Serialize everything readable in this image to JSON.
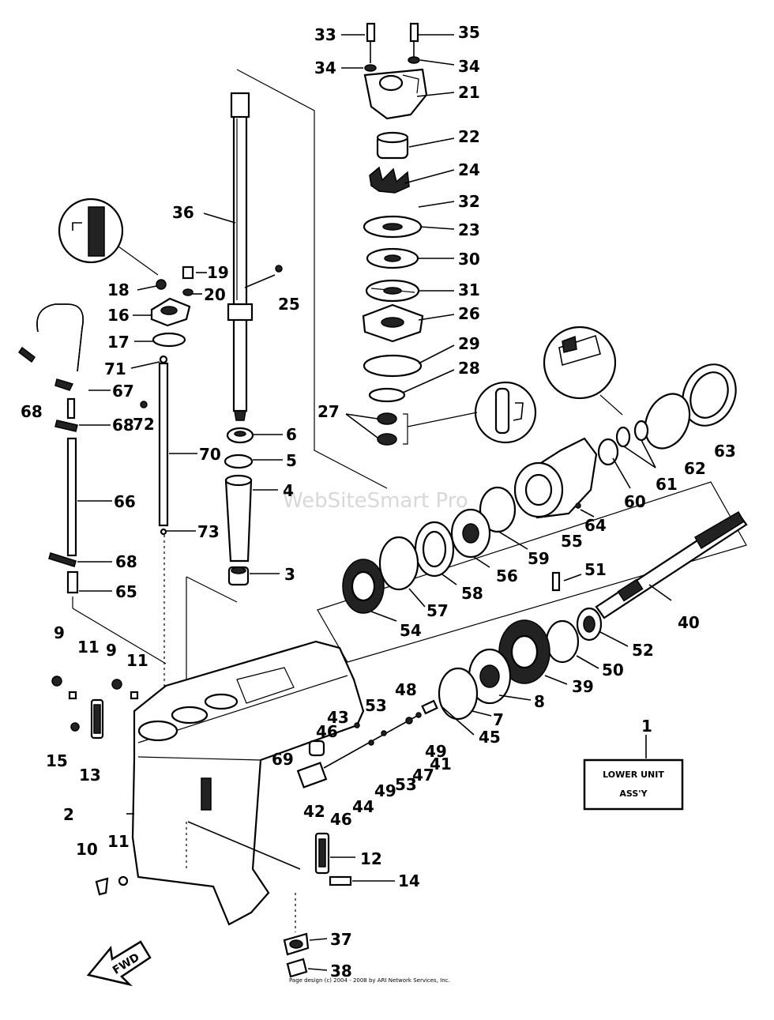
{
  "callouts": [
    {
      "id": "c33",
      "label": "33"
    },
    {
      "id": "c35",
      "label": "35"
    },
    {
      "id": "c34a",
      "label": "34"
    },
    {
      "id": "c34b",
      "label": "34"
    },
    {
      "id": "c21",
      "label": "21"
    },
    {
      "id": "c22",
      "label": "22"
    },
    {
      "id": "c24",
      "label": "24"
    },
    {
      "id": "c32",
      "label": "32"
    },
    {
      "id": "c23",
      "label": "23"
    },
    {
      "id": "c30",
      "label": "30"
    },
    {
      "id": "c31",
      "label": "31"
    },
    {
      "id": "c26",
      "label": "26"
    },
    {
      "id": "c29",
      "label": "29"
    },
    {
      "id": "c28",
      "label": "28"
    },
    {
      "id": "c27",
      "label": "27"
    },
    {
      "id": "c36",
      "label": "36"
    },
    {
      "id": "c19",
      "label": "19"
    },
    {
      "id": "c18",
      "label": "18"
    },
    {
      "id": "c20",
      "label": "20"
    },
    {
      "id": "c25",
      "label": "25"
    },
    {
      "id": "c16",
      "label": "16"
    },
    {
      "id": "c17",
      "label": "17"
    },
    {
      "id": "c71",
      "label": "71"
    },
    {
      "id": "c68a",
      "label": "68"
    },
    {
      "id": "c67",
      "label": "67"
    },
    {
      "id": "c68b",
      "label": "68"
    },
    {
      "id": "c72",
      "label": "72"
    },
    {
      "id": "c70",
      "label": "70"
    },
    {
      "id": "c66",
      "label": "66"
    },
    {
      "id": "c73",
      "label": "73"
    },
    {
      "id": "c68c",
      "label": "68"
    },
    {
      "id": "c65",
      "label": "65"
    },
    {
      "id": "c6",
      "label": "6"
    },
    {
      "id": "c5",
      "label": "5"
    },
    {
      "id": "c4",
      "label": "4"
    },
    {
      "id": "c3",
      "label": "3"
    },
    {
      "id": "c63",
      "label": "63"
    },
    {
      "id": "c62",
      "label": "62"
    },
    {
      "id": "c61",
      "label": "61"
    },
    {
      "id": "c60",
      "label": "60"
    },
    {
      "id": "c64",
      "label": "64"
    },
    {
      "id": "c55",
      "label": "55"
    },
    {
      "id": "c59",
      "label": "59"
    },
    {
      "id": "c56",
      "label": "56"
    },
    {
      "id": "c58",
      "label": "58"
    },
    {
      "id": "c57",
      "label": "57"
    },
    {
      "id": "c54",
      "label": "54"
    },
    {
      "id": "c51",
      "label": "51"
    },
    {
      "id": "c40",
      "label": "40"
    },
    {
      "id": "c52",
      "label": "52"
    },
    {
      "id": "c50",
      "label": "50"
    },
    {
      "id": "c39",
      "label": "39"
    },
    {
      "id": "c8",
      "label": "8"
    },
    {
      "id": "c7",
      "label": "7"
    },
    {
      "id": "c45",
      "label": "45"
    },
    {
      "id": "c48",
      "label": "48"
    },
    {
      "id": "c53a",
      "label": "53"
    },
    {
      "id": "c43",
      "label": "43"
    },
    {
      "id": "c49a",
      "label": "49"
    },
    {
      "id": "c46a",
      "label": "46"
    },
    {
      "id": "c41",
      "label": "41"
    },
    {
      "id": "c47",
      "label": "47"
    },
    {
      "id": "c69",
      "label": "69"
    },
    {
      "id": "c53b",
      "label": "53"
    },
    {
      "id": "c49b",
      "label": "49"
    },
    {
      "id": "c42",
      "label": "42"
    },
    {
      "id": "c44",
      "label": "44"
    },
    {
      "id": "c46b",
      "label": "46"
    },
    {
      "id": "c9a",
      "label": "9"
    },
    {
      "id": "c11a",
      "label": "11"
    },
    {
      "id": "c9b",
      "label": "9"
    },
    {
      "id": "c11b",
      "label": "11"
    },
    {
      "id": "c15",
      "label": "15"
    },
    {
      "id": "c13",
      "label": "13"
    },
    {
      "id": "c2",
      "label": "2"
    },
    {
      "id": "c10",
      "label": "10"
    },
    {
      "id": "c11c",
      "label": "11"
    },
    {
      "id": "c12",
      "label": "12"
    },
    {
      "id": "c14",
      "label": "14"
    },
    {
      "id": "c37",
      "label": "37"
    },
    {
      "id": "c38",
      "label": "38"
    },
    {
      "id": "c1",
      "label": "1"
    }
  ],
  "assembly_box": {
    "line1": "LOWER UNIT",
    "line2": "ASS'Y"
  },
  "direction_arrow": "FWD",
  "watermark": "WebSiteSmart Pro",
  "footer": "Page design (c) 2004 - 2008 by ARI Network Services, Inc."
}
